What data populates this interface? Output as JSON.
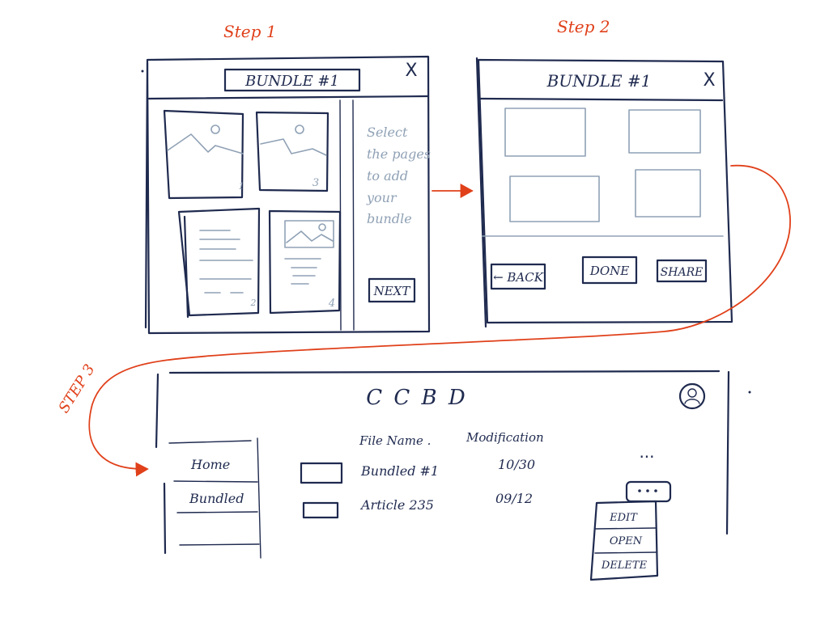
{
  "steps": {
    "step1": "Step 1",
    "step2": "Step 2",
    "step3": "STEP 3"
  },
  "step1_screen": {
    "title": "BUNDLE #1",
    "close": "X",
    "instructions": [
      "Select",
      "the pages",
      "to add",
      "your",
      "bundle"
    ],
    "next_button": "NEXT",
    "thumbnails": [
      {
        "number": "1",
        "kind": "image"
      },
      {
        "number": "3",
        "kind": "image"
      },
      {
        "number": "2",
        "kind": "text"
      },
      {
        "number": "4",
        "kind": "image-text"
      }
    ]
  },
  "step2_screen": {
    "title": "BUNDLE #1",
    "close": "X",
    "back_button": "← BACK",
    "done_button": "DONE",
    "share_button": "SHARE"
  },
  "step3_screen": {
    "app_title": "C C B D",
    "columns": {
      "file_name": "File Name .",
      "modification": "Modification"
    },
    "sidebar": [
      {
        "label": "Home"
      },
      {
        "label": "Bundled"
      },
      {
        "label": ""
      }
    ],
    "files": [
      {
        "name": "Bundled #1",
        "date": "10/30"
      },
      {
        "name": "Article 235",
        "date": "09/12"
      }
    ],
    "more_menu": "...",
    "context_menu": [
      "EDIT",
      "OPEN",
      "DELETE"
    ]
  },
  "colors": {
    "ink": "#1f2a4f",
    "pencil": "#8fa1b5",
    "accent": "#e0401a"
  }
}
